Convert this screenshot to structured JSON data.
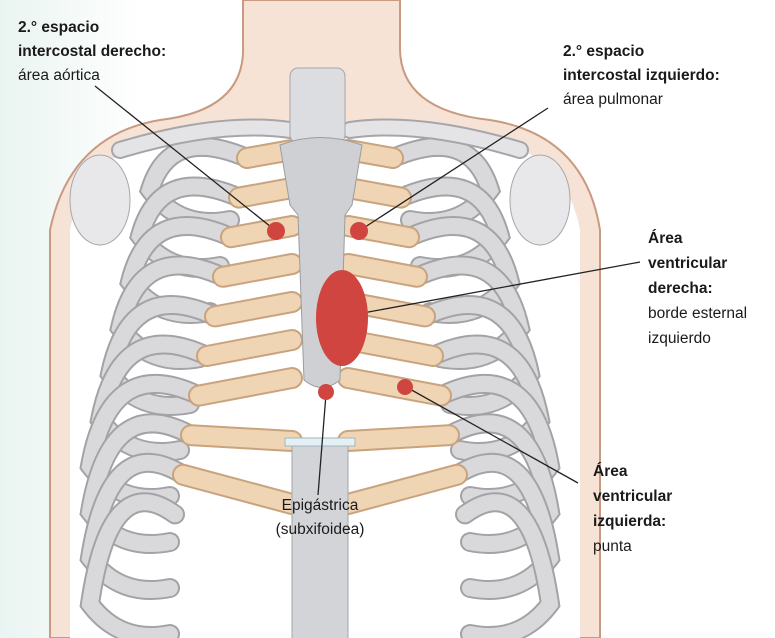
{
  "title": "Focos de auscultación cardíaca",
  "labels": {
    "aortic": {
      "line1": "2.° espacio",
      "line2": "intercostal derecho:",
      "line3": "área aórtica"
    },
    "pulmonary": {
      "line1": "2.° espacio",
      "line2": "intercostal izquierdo:",
      "line3": "área pulmonar"
    },
    "right_ventricular": {
      "line1": "Área",
      "line2": "ventricular",
      "line3": "derecha:",
      "line4": "borde esternal",
      "line5": "izquierdo"
    },
    "left_ventricular": {
      "line1": "Área",
      "line2": "ventricular",
      "line3": "izquierda:",
      "line4": "punta"
    },
    "epigastric": {
      "line1": "Epigástrica",
      "line2": "(subxifoidea)"
    }
  },
  "colors": {
    "marker": "#d0453f",
    "bone": "#d9d9db",
    "cartilage": "#efd5b3",
    "skin": "#f4ddcd",
    "skin_edge": "#c89a80"
  }
}
